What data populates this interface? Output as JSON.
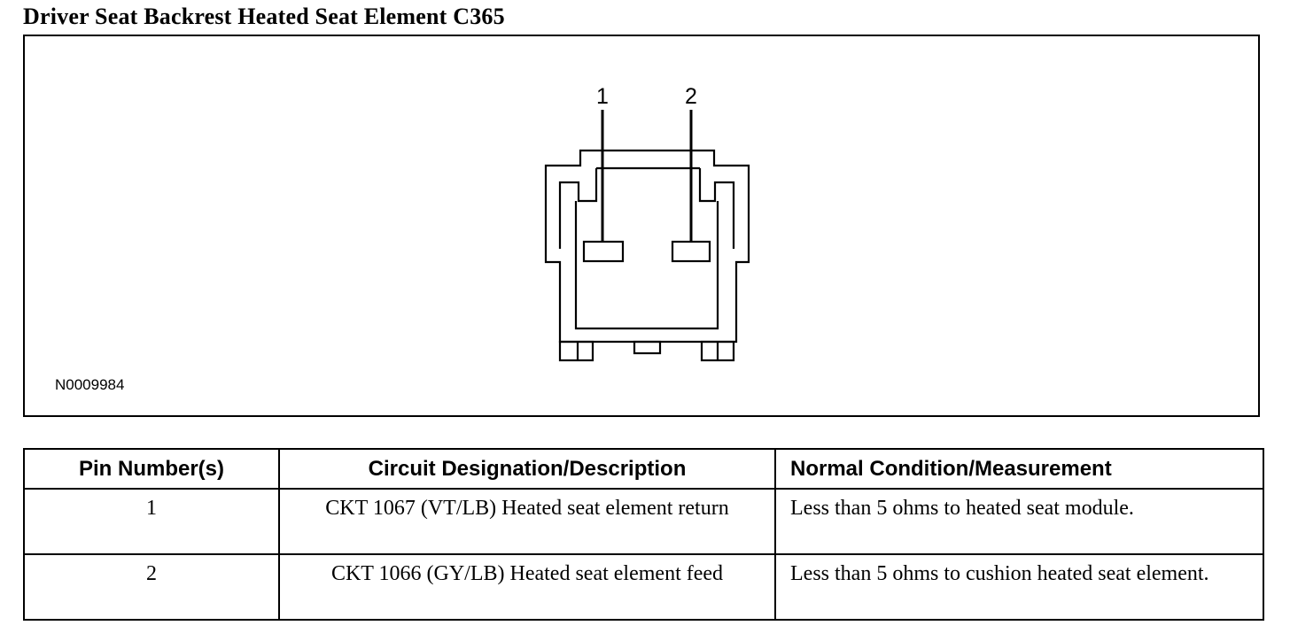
{
  "title": "Driver Seat Backrest Heated Seat Element C365",
  "figure": {
    "id": "N0009984",
    "pins": [
      "1",
      "2"
    ]
  },
  "table": {
    "headers": [
      "Pin Number(s)",
      "Circuit Designation/Description",
      "Normal Condition/Measurement"
    ],
    "rows": [
      {
        "pin": "1",
        "description": "CKT 1067 (VT/LB) Heated seat element return",
        "condition": "Less than 5 ohms to heated seat module."
      },
      {
        "pin": "2",
        "description": "CKT 1066 (GY/LB) Heated seat element feed",
        "condition": "Less than 5 ohms to cushion heated seat element."
      }
    ]
  }
}
